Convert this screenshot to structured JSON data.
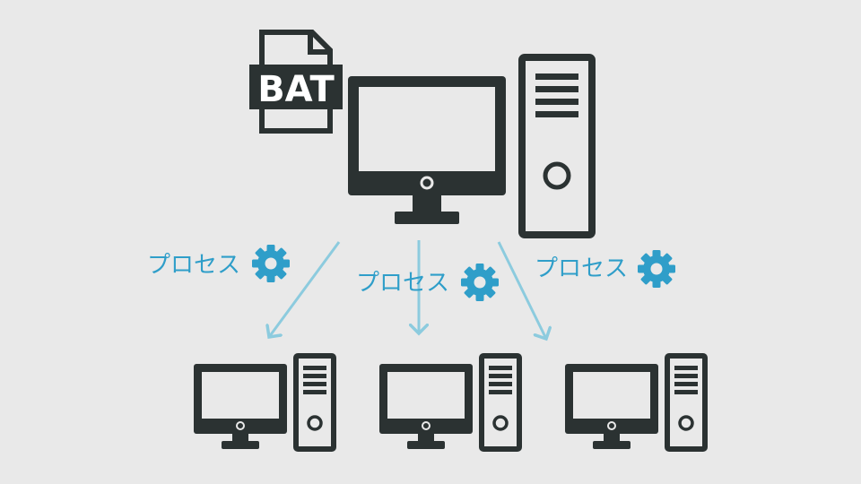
{
  "colors": {
    "background": "#e9e9e9",
    "device": "#2b3232",
    "accent": "#2f9ec9",
    "arrow": "#8ccbde"
  },
  "file_badge": {
    "label": "BAT",
    "icon": "file-icon"
  },
  "server": {
    "icons": [
      "monitor-icon",
      "tower-icon"
    ]
  },
  "process_labels": [
    {
      "text": "プロセス",
      "icon": "gear-icon"
    },
    {
      "text": "プロセス",
      "icon": "gear-icon"
    },
    {
      "text": "プロセス",
      "icon": "gear-icon"
    }
  ],
  "clients": [
    {
      "icons": [
        "monitor-icon",
        "tower-icon"
      ]
    },
    {
      "icons": [
        "monitor-icon",
        "tower-icon"
      ]
    },
    {
      "icons": [
        "monitor-icon",
        "tower-icon"
      ]
    }
  ]
}
